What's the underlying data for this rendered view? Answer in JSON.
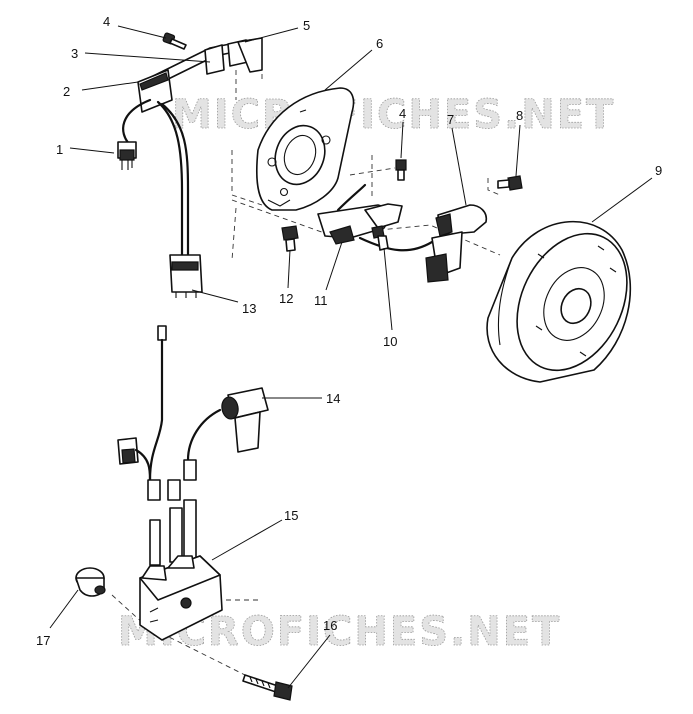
{
  "watermark": "MICROFICHES.NET",
  "callouts": [
    "1",
    "2",
    "3",
    "4",
    "4",
    "5",
    "6",
    "7",
    "8",
    "9",
    "10",
    "11",
    "12",
    "13",
    "14",
    "15",
    "16",
    "17"
  ]
}
